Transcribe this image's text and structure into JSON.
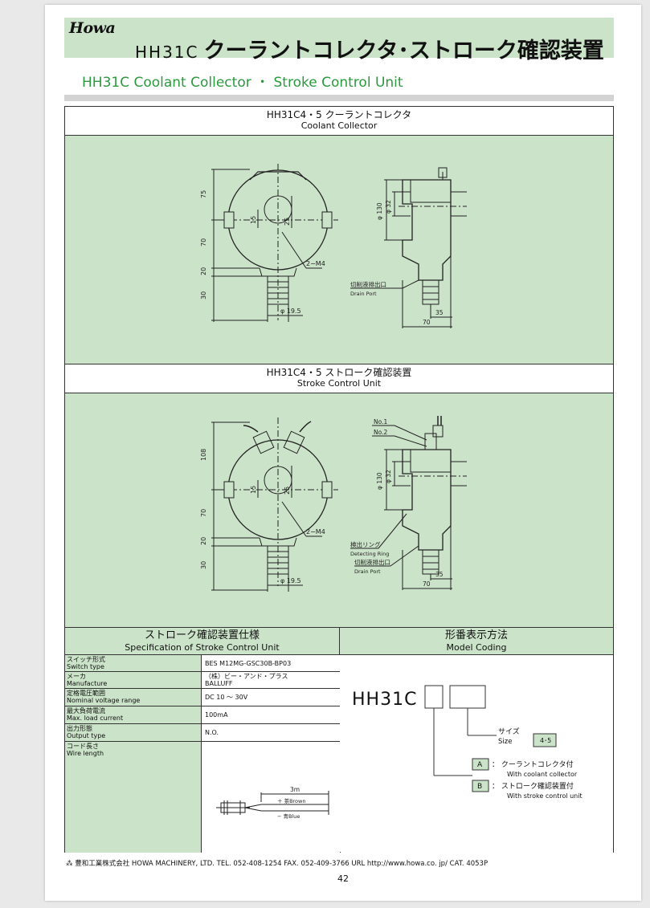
{
  "header": {
    "logo": "Howa",
    "code": "HH31C",
    "title_jp": "クーラントコレクタ･ストローク確認装置",
    "title_en": "HH31C  Coolant Collector ・ Stroke Control Unit"
  },
  "section1": {
    "title_jp": "HH31C4・5 クーラントコレクタ",
    "title_en": "Coolant Collector",
    "dims": {
      "d75": "75",
      "d70": "70",
      "d20": "20",
      "d30": "30",
      "d15": "15",
      "d25": "25",
      "m4": "2−M4",
      "dia19": "φ 19.5",
      "dia130": "φ 130",
      "dia32": "φ 32",
      "drain_jp": "切削液排出口",
      "drain_en": "Drain Port",
      "d35": "35",
      "d70b": "70"
    }
  },
  "section2": {
    "title_jp": "HH31C4・5 ストローク確認装置",
    "title_en": "Stroke Control Unit",
    "dims": {
      "d108": "108",
      "d70": "70",
      "d20": "20",
      "d30": "30",
      "d15": "15",
      "d25": "25",
      "m4": "2−M4",
      "dia19": "φ 19.5",
      "dia130": "φ 130",
      "dia32": "φ 32",
      "no1": "No.1",
      "no2": "No.2",
      "ring_jp": "検出リング",
      "ring_en": "Detecting Ring",
      "drain_jp": "切削液排出口",
      "drain_en": "Drain Port",
      "d35": "35",
      "d70b": "70"
    }
  },
  "spec": {
    "title_jp": "ストローク確認装置仕様",
    "title_en": "Specification of Stroke Control Unit",
    "rows": [
      {
        "label_jp": "スイッチ形式",
        "label_en": "Switch type",
        "value": "BES M12MG-GSC30B-BP03",
        "value2": ""
      },
      {
        "label_jp": "メーカ",
        "label_en": "Manufacture",
        "value": "（株）ビー・アンド・プラス",
        "value2": "BALLUFF"
      },
      {
        "label_jp": "定格電圧範囲",
        "label_en": "Nominal voltage range",
        "value": "DC 10 ～ 30V",
        "value2": ""
      },
      {
        "label_jp": "最大負荷電流",
        "label_en": "Max. load current",
        "value": "100mA",
        "value2": ""
      },
      {
        "label_jp": "出力形態",
        "label_en": "Output type",
        "value": "N.O.",
        "value2": ""
      },
      {
        "label_jp": "コード長さ",
        "label_en": "Wire length",
        "value": "",
        "value2": ""
      }
    ],
    "wire": {
      "len": "3m",
      "plus": "＋ 茶Brown",
      "minus": "− 青Blue"
    }
  },
  "coding": {
    "title_jp": "形番表示方法",
    "title_en": "Model Coding",
    "model": "HH31C",
    "size_jp": "サイズ",
    "size_en": "Size",
    "size_val": "4･5",
    "a_code": "A",
    "a_jp": "：  クーラントコレクタ付",
    "a_en": "With coolant collector",
    "b_code": "B",
    "b_jp": "：  ストローク確認装置付",
    "b_en": "With stroke control unit"
  },
  "footer": {
    "company": "豊和工業株式会社  HOWA MACHINERY, LTD.   TEL. 052-408-1254   FAX. 052-409-3766     URL   http://www.howa.co. jp/     CAT. 4053P",
    "page": "42"
  }
}
